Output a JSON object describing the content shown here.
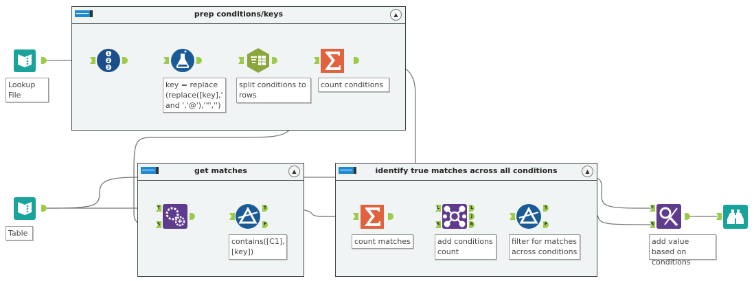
{
  "containers": [
    {
      "title": "prep conditions/keys"
    },
    {
      "title": "get matches"
    },
    {
      "title": "identify true matches across all conditions"
    }
  ],
  "tools": {
    "lookup_input": {
      "label": "Lookup File",
      "icon": "input-book-icon"
    },
    "record_id": {
      "icon": "record-id-icon"
    },
    "formula": {
      "label": "key = replace (replace([key],' and ','@'),'\"','')",
      "icon": "formula-flask-icon"
    },
    "text_to_columns": {
      "label": "split conditions to rows",
      "icon": "text-to-columns-icon"
    },
    "summarize_conditions": {
      "label": "count conditions",
      "icon": "summarize-sigma-icon"
    },
    "table_input": {
      "label": "Table",
      "icon": "input-book-icon"
    },
    "append_fields": {
      "icon": "append-gears-icon"
    },
    "filter_contains": {
      "label": "contains([C1], [key])",
      "icon": "filter-icon"
    },
    "summarize_matches": {
      "label": "count matches",
      "icon": "summarize-sigma-icon"
    },
    "join": {
      "label": "add conditions count",
      "icon": "join-icon"
    },
    "filter_matches": {
      "label": "filter for matches across conditions",
      "icon": "filter-icon"
    },
    "find_replace": {
      "label": "add value based on conditions",
      "icon": "find-replace-icon"
    },
    "browse": {
      "icon": "browse-binoculars-icon"
    }
  },
  "ports": {
    "T": "T",
    "S": "S",
    "F": "F",
    "L": "L",
    "J": "J",
    "R": "R"
  },
  "colors": {
    "input": "#1aa39a",
    "record_id": "#1a4f8a",
    "formula": "#1a5a96",
    "text": "#8aa63c",
    "summarize": "#e0623f",
    "purple": "#5f3b8e",
    "anchor": "#9ccb4a"
  }
}
